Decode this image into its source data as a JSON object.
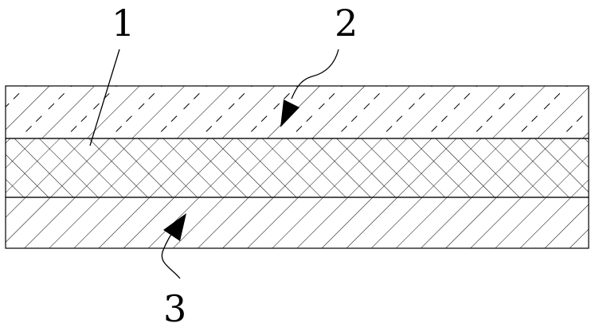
{
  "diagram": {
    "callouts": [
      {
        "id": "layer-1",
        "label": "1"
      },
      {
        "id": "layer-2",
        "label": "2"
      },
      {
        "id": "layer-3",
        "label": "3"
      }
    ],
    "colors": {
      "line": "#000000",
      "background": "#ffffff"
    }
  }
}
